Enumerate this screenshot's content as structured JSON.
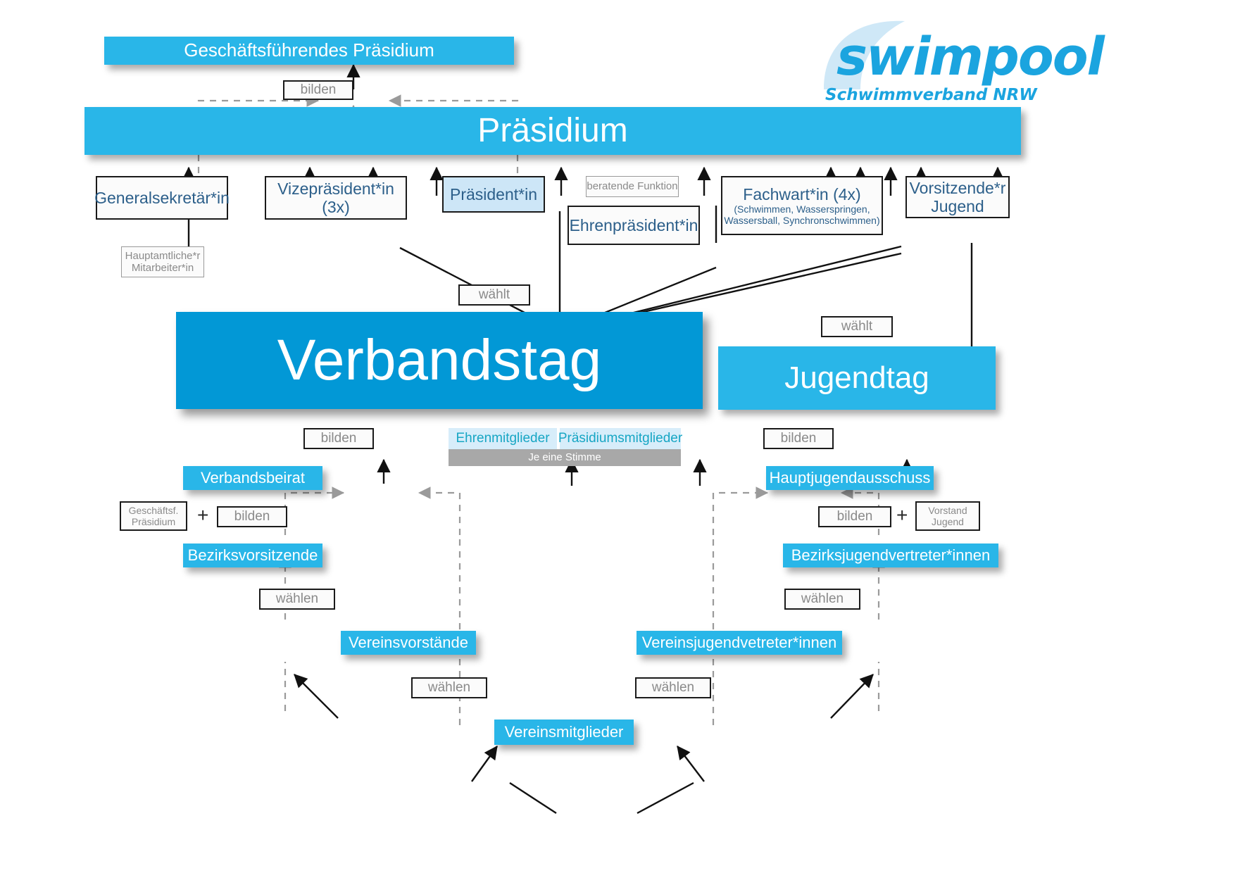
{
  "logo": {
    "wordmark": "swimpool",
    "subtitle": "Schwimmverband NRW"
  },
  "colors": {
    "bar_light": "#29B6E8",
    "bar_deep": "#0298D6",
    "chip_bg": "#D7EDFA",
    "chip_text": "#17A6C4",
    "gray_bar": "#A8A8A8",
    "box_text": "#2C5F8A",
    "label_text": "#7D7D7D",
    "highlight_box": "#CDE6F7"
  },
  "nodes": {
    "geschaeftsfuehrendes_praesidium": "Geschäftsführendes Präsidium",
    "praesidium": "Präsidium",
    "generalsekretaer": "Generalsekretär*in",
    "hauptamtliche": "Hauptamtliche*r\nMitarbeiter*in",
    "hauptamtliche_l1": "Hauptamtliche*r",
    "hauptamtliche_l2": "Mitarbeiter*in",
    "vizepraesident": "Vizepräsident*in (3x)",
    "praesident": "Präsident*in",
    "beratende_funktion": "beratende Funktion",
    "ehrenpraesident": "Ehrenpräsident*in",
    "fachwart_title": "Fachwart*in (4x)",
    "fachwart_sub_l1": "(Schwimmen, Wasserspringen,",
    "fachwart_sub_l2": "Wassersball, Synchronschwimmen)",
    "vorsitzende_jugend_l1": "Vorsitzende*r",
    "vorsitzende_jugend_l2": "Jugend",
    "verbandstag": "Verbandstag",
    "jugendtag": "Jugendtag",
    "ehrenmitglieder": "Ehrenmitglieder",
    "praesidiumsmitglieder": "Präsidiumsmitglieder",
    "je_eine_stimme": "Je eine Stimme",
    "verbandsbeirat": "Verbandsbeirat",
    "geschaeftsf_praesidium_l1": "Geschäftsf.",
    "geschaeftsf_praesidium_l2": "Präsidium",
    "bezirksvorsitzende": "Bezirksvorsitzende",
    "hauptjugendausschuss": "Hauptjugendausschuss",
    "vorstand_jugend_l1": "Vorstand",
    "vorstand_jugend_l2": "Jugend",
    "bezirksjugendvertreter": "Bezirksjugendvertreter*innen",
    "vereinsvorstaende": "Vereinsvorstände",
    "vereinsjugendvetreter": "Vereinsjugendvetreter*innen",
    "vereinsmitglieder": "Vereinsmitglieder"
  },
  "edge_labels": {
    "bilden_top": "bilden",
    "waehlt_verbandstag": "wählt",
    "waehlt_jugendtag": "wählt",
    "bilden_verbandstag": "bilden",
    "bilden_jugendtag": "bilden",
    "bilden_verbandsbeirat": "bilden",
    "bilden_hauptjugendausschuss": "bilden",
    "waehlen_bezirksvorsitzende": "wählen",
    "waehlen_bezirksjugend": "wählen",
    "waehlen_vereinsvorstaende": "wählen",
    "waehlen_vereinsjugend": "wählen",
    "plus_left": "+",
    "plus_right": "+"
  }
}
